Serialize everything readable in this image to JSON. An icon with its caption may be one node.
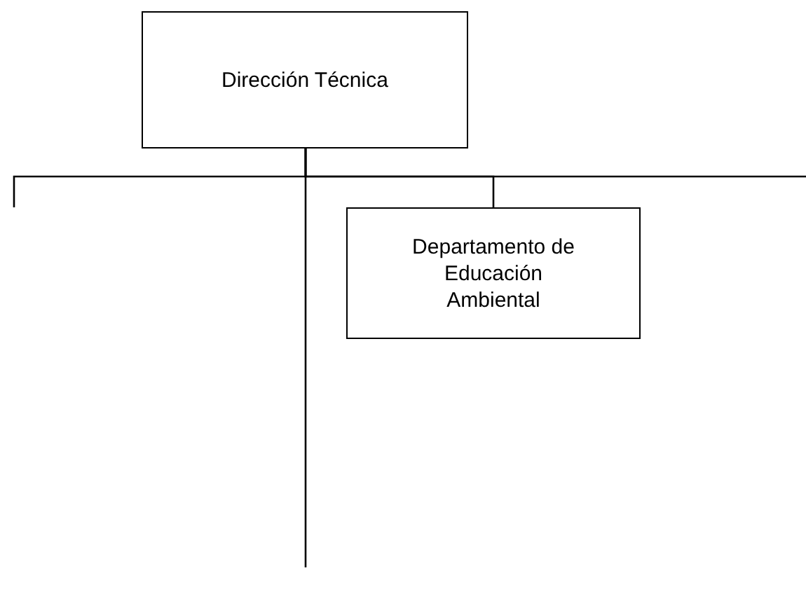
{
  "diagram": {
    "nodes": [
      {
        "text": [
          "Dirección Técnica"
        ]
      },
      {
        "text": [
          "Departamento de Educación Ambiental"
        ]
      }
    ],
    "edges": [
      {
        "from": 0,
        "to": 1,
        "arrow": "none"
      },
      {
        "from": 0,
        "to": null,
        "arrow": "none"
      },
      {
        "from": 0,
        "to": null,
        "arrow": "none"
      },
      {
        "from": 0,
        "to": null,
        "arrow": "none"
      }
    ]
  }
}
